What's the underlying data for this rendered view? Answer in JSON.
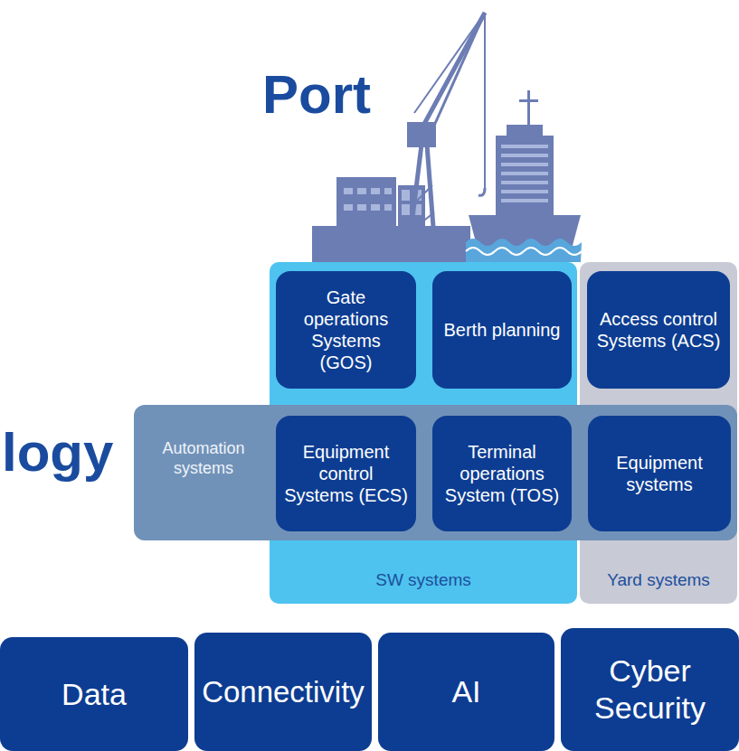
{
  "diagram": {
    "title": "Port",
    "nodes": [
      {
        "text": [
          "SW systems"
        ]
      },
      {
        "text": [
          "Yard systems"
        ]
      },
      {
        "text": [
          "Gate operations Systems (GOS)"
        ],
        "in": 0
      },
      {
        "text": [
          "Berth planning"
        ],
        "in": 0
      },
      {
        "text": [
          "Access control Systems (ACS)"
        ],
        "in": 1
      },
      {
        "text": [
          "Automation systems"
        ]
      },
      {
        "text": [
          "Equipment control Systems (ECS)"
        ],
        "in": 5
      },
      {
        "text": [
          "Terminal operations System (TOS)"
        ],
        "in": 5
      },
      {
        "text": [
          "Equipment systems"
        ],
        "in": 5
      },
      {
        "text": [
          "Data"
        ]
      },
      {
        "text": [
          "Connectivity"
        ]
      },
      {
        "text": [
          "AI"
        ]
      },
      {
        "text": [
          "Cyber Security"
        ]
      }
    ],
    "labels": [
      "logy"
    ]
  }
}
